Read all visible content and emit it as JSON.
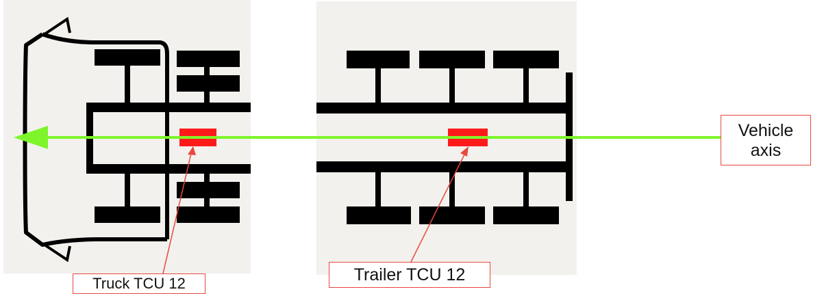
{
  "labels": {
    "truck_tcu": "Truck TCU 12",
    "trailer_tcu": "Trailer TCU 12",
    "vehicle_axis_line1": "Vehicle",
    "vehicle_axis_line2": "axis"
  },
  "colors": {
    "panel_background": "#f2f1ed",
    "vehicle_outline": "#000000",
    "tcu_marker": "#ff1a1a",
    "leader_line": "#e8473f",
    "axis_arrow": "#7ef52a"
  },
  "icons": {
    "axis_arrowhead": "arrow-left-icon"
  }
}
